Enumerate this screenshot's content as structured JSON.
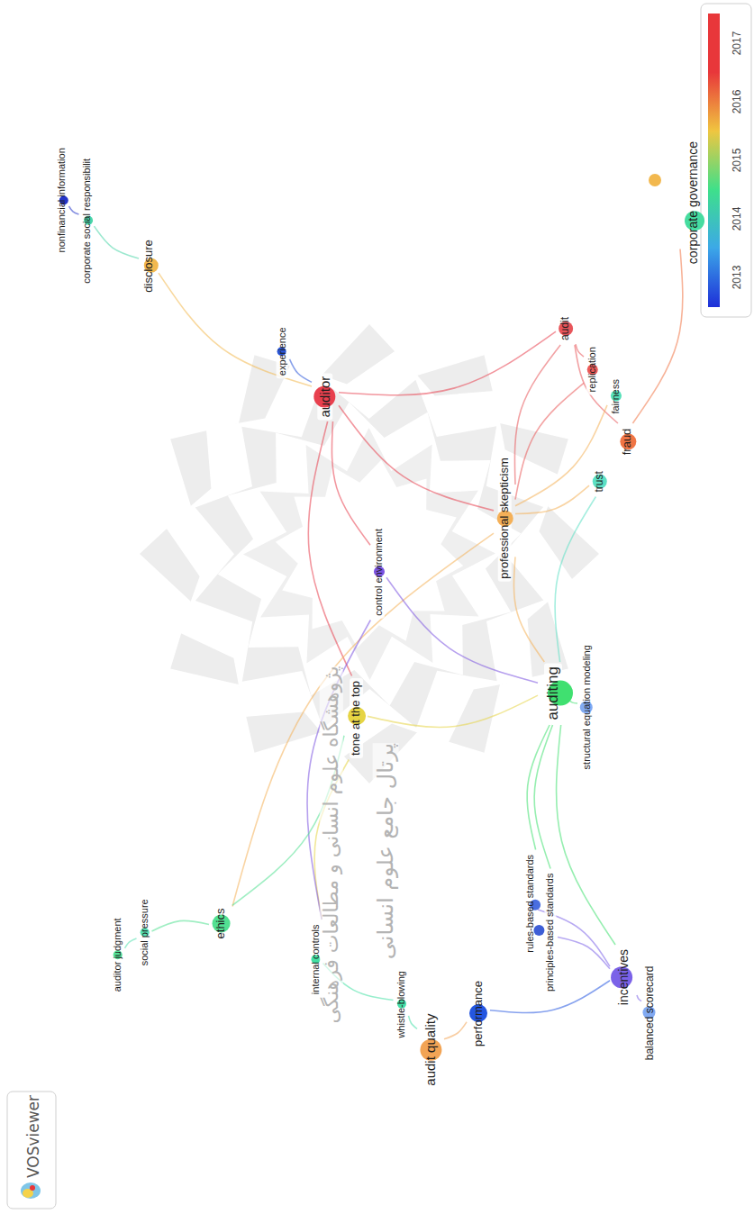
{
  "diagram": {
    "nodes": [
      {
        "text": [
          "nonfinancial information"
        ]
      },
      {
        "text": [
          "corporate social responsibilit"
        ]
      },
      {
        "text": [
          "disclosure"
        ]
      },
      {
        "text": [
          "experience"
        ]
      },
      {
        "text": [
          "auditor"
        ]
      },
      {
        "text": [
          "audit"
        ]
      },
      {
        "text": [
          "fraud"
        ]
      },
      {
        "text": [
          "corporate governance"
        ]
      },
      {
        "text": [
          "replication"
        ]
      },
      {
        "text": [
          "fairness"
        ]
      },
      {
        "text": [
          "trust"
        ]
      },
      {
        "text": [
          "professional skepticism"
        ]
      },
      {
        "text": [
          "control environment"
        ]
      },
      {
        "text": [
          "auditing"
        ]
      },
      {
        "text": [
          "structural equation modeling"
        ]
      },
      {
        "text": [
          "tone at the top"
        ]
      },
      {
        "text": [
          "ethics"
        ]
      },
      {
        "text": [
          "social pressure"
        ]
      },
      {
        "text": [
          "auditor judgment"
        ]
      },
      {
        "text": [
          "internal controls"
        ]
      },
      {
        "text": [
          "whistle-blowing"
        ]
      },
      {
        "text": [
          "audit quality"
        ]
      },
      {
        "text": [
          "performance"
        ]
      },
      {
        "text": [
          "rules-based standards"
        ]
      },
      {
        "text": [
          "principles-based standards"
        ]
      },
      {
        "text": [
          "incentives"
        ]
      },
      {
        "text": [
          "balanced scorecard"
        ]
      }
    ],
    "edges": [
      {
        "from": 0,
        "to": 1,
        "arrow": "none"
      },
      {
        "from": 1,
        "to": 2,
        "arrow": "none"
      },
      {
        "from": 2,
        "to": 4,
        "arrow": "none"
      },
      {
        "from": 3,
        "to": 4,
        "arrow": "none"
      },
      {
        "from": 4,
        "to": 5,
        "arrow": "none"
      },
      {
        "from": 4,
        "to": 11,
        "arrow": "none"
      },
      {
        "from": 4,
        "to": 12,
        "arrow": "none"
      },
      {
        "from": 4,
        "to": 15,
        "arrow": "none"
      },
      {
        "from": 5,
        "to": 6,
        "arrow": "none"
      },
      {
        "from": 6,
        "to": 7,
        "arrow": "none"
      },
      {
        "from": 5,
        "to": 8,
        "arrow": "none"
      },
      {
        "from": 5,
        "to": 11,
        "arrow": "none"
      },
      {
        "from": 8,
        "to": 11,
        "arrow": "none"
      },
      {
        "from": 11,
        "to": 9,
        "arrow": "none"
      },
      {
        "from": 11,
        "to": 10,
        "arrow": "none"
      },
      {
        "from": 10,
        "to": 13,
        "arrow": "none"
      },
      {
        "from": 11,
        "to": 13,
        "arrow": "none"
      },
      {
        "from": 11,
        "to": 16,
        "arrow": "none"
      },
      {
        "from": 12,
        "to": 13,
        "arrow": "none"
      },
      {
        "from": 15,
        "to": 13,
        "arrow": "none"
      },
      {
        "from": 15,
        "to": 19,
        "arrow": "none"
      },
      {
        "from": 12,
        "to": 19,
        "arrow": "none"
      },
      {
        "from": 13,
        "to": 14,
        "arrow": "none"
      },
      {
        "from": 13,
        "to": 23,
        "arrow": "none"
      },
      {
        "from": 13,
        "to": 24,
        "arrow": "none"
      },
      {
        "from": 13,
        "to": 25,
        "arrow": "none"
      },
      {
        "from": 16,
        "to": 17,
        "arrow": "none"
      },
      {
        "from": 17,
        "to": 18,
        "arrow": "none"
      },
      {
        "from": 16,
        "to": 15,
        "arrow": "none"
      },
      {
        "from": 19,
        "to": 20,
        "arrow": "none"
      },
      {
        "from": 20,
        "to": 21,
        "arrow": "none"
      },
      {
        "from": 21,
        "to": 22,
        "arrow": "none"
      },
      {
        "from": 22,
        "to": 25,
        "arrow": "none"
      },
      {
        "from": 25,
        "to": 26,
        "arrow": "none"
      },
      {
        "from": 25,
        "to": 23,
        "arrow": "none"
      },
      {
        "from": 25,
        "to": 24,
        "arrow": "none"
      }
    ],
    "labels": [
      "پژوهشگاه علوم انسانی و مطالعات فرهنگی",
      "پرتال جامع علوم انسانی",
      "VOSviewer"
    ],
    "legend": [
      {
        "text": "2013",
        "color": "#1e2fd8"
      },
      {
        "text": "2014",
        "color": "#3ca8e8"
      },
      {
        "text": "2015",
        "color": "#3ee08a"
      },
      {
        "text": "2016",
        "color": "#f0c640"
      },
      {
        "text": "2017",
        "color": "#e8373a"
      }
    ]
  }
}
